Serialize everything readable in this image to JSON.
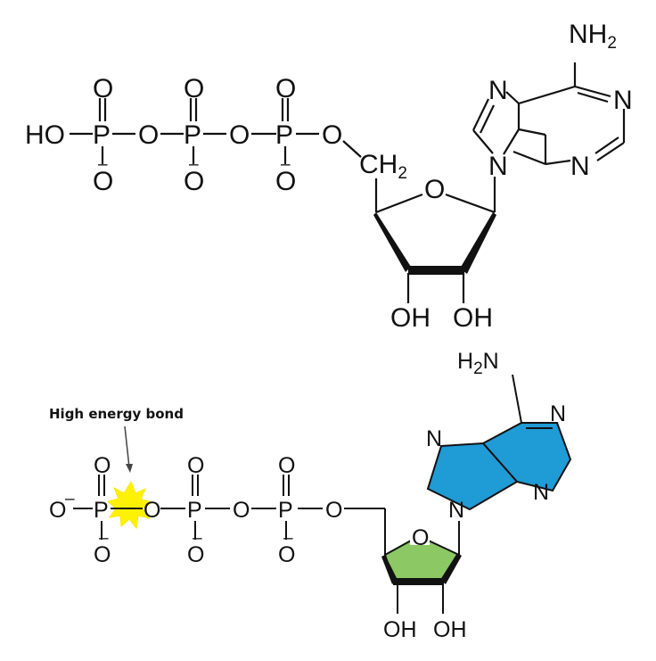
{
  "top": {
    "amine": "NH",
    "amine_sub": "2",
    "hydroxyl_end": "HO",
    "phosphorus": "P",
    "oxygen": "O",
    "oxygen_anion": "O",
    "charge": "–",
    "ch2": "CH",
    "ch2_sub": "2",
    "ring_oxygen": "O",
    "nitrogen": "N",
    "oh": "OH"
  },
  "bottom": {
    "amine": "H",
    "amine_sub": "2",
    "amine_n": "N",
    "annotation": "High energy bond",
    "phosphorus": "P",
    "oxygen": "O",
    "charge": "–",
    "nitrogen": "N",
    "oh": "OH",
    "colors": {
      "adenine_fill": "#1f9bd6",
      "ribose_fill": "#8cc863",
      "highlight": "#fff200"
    }
  }
}
